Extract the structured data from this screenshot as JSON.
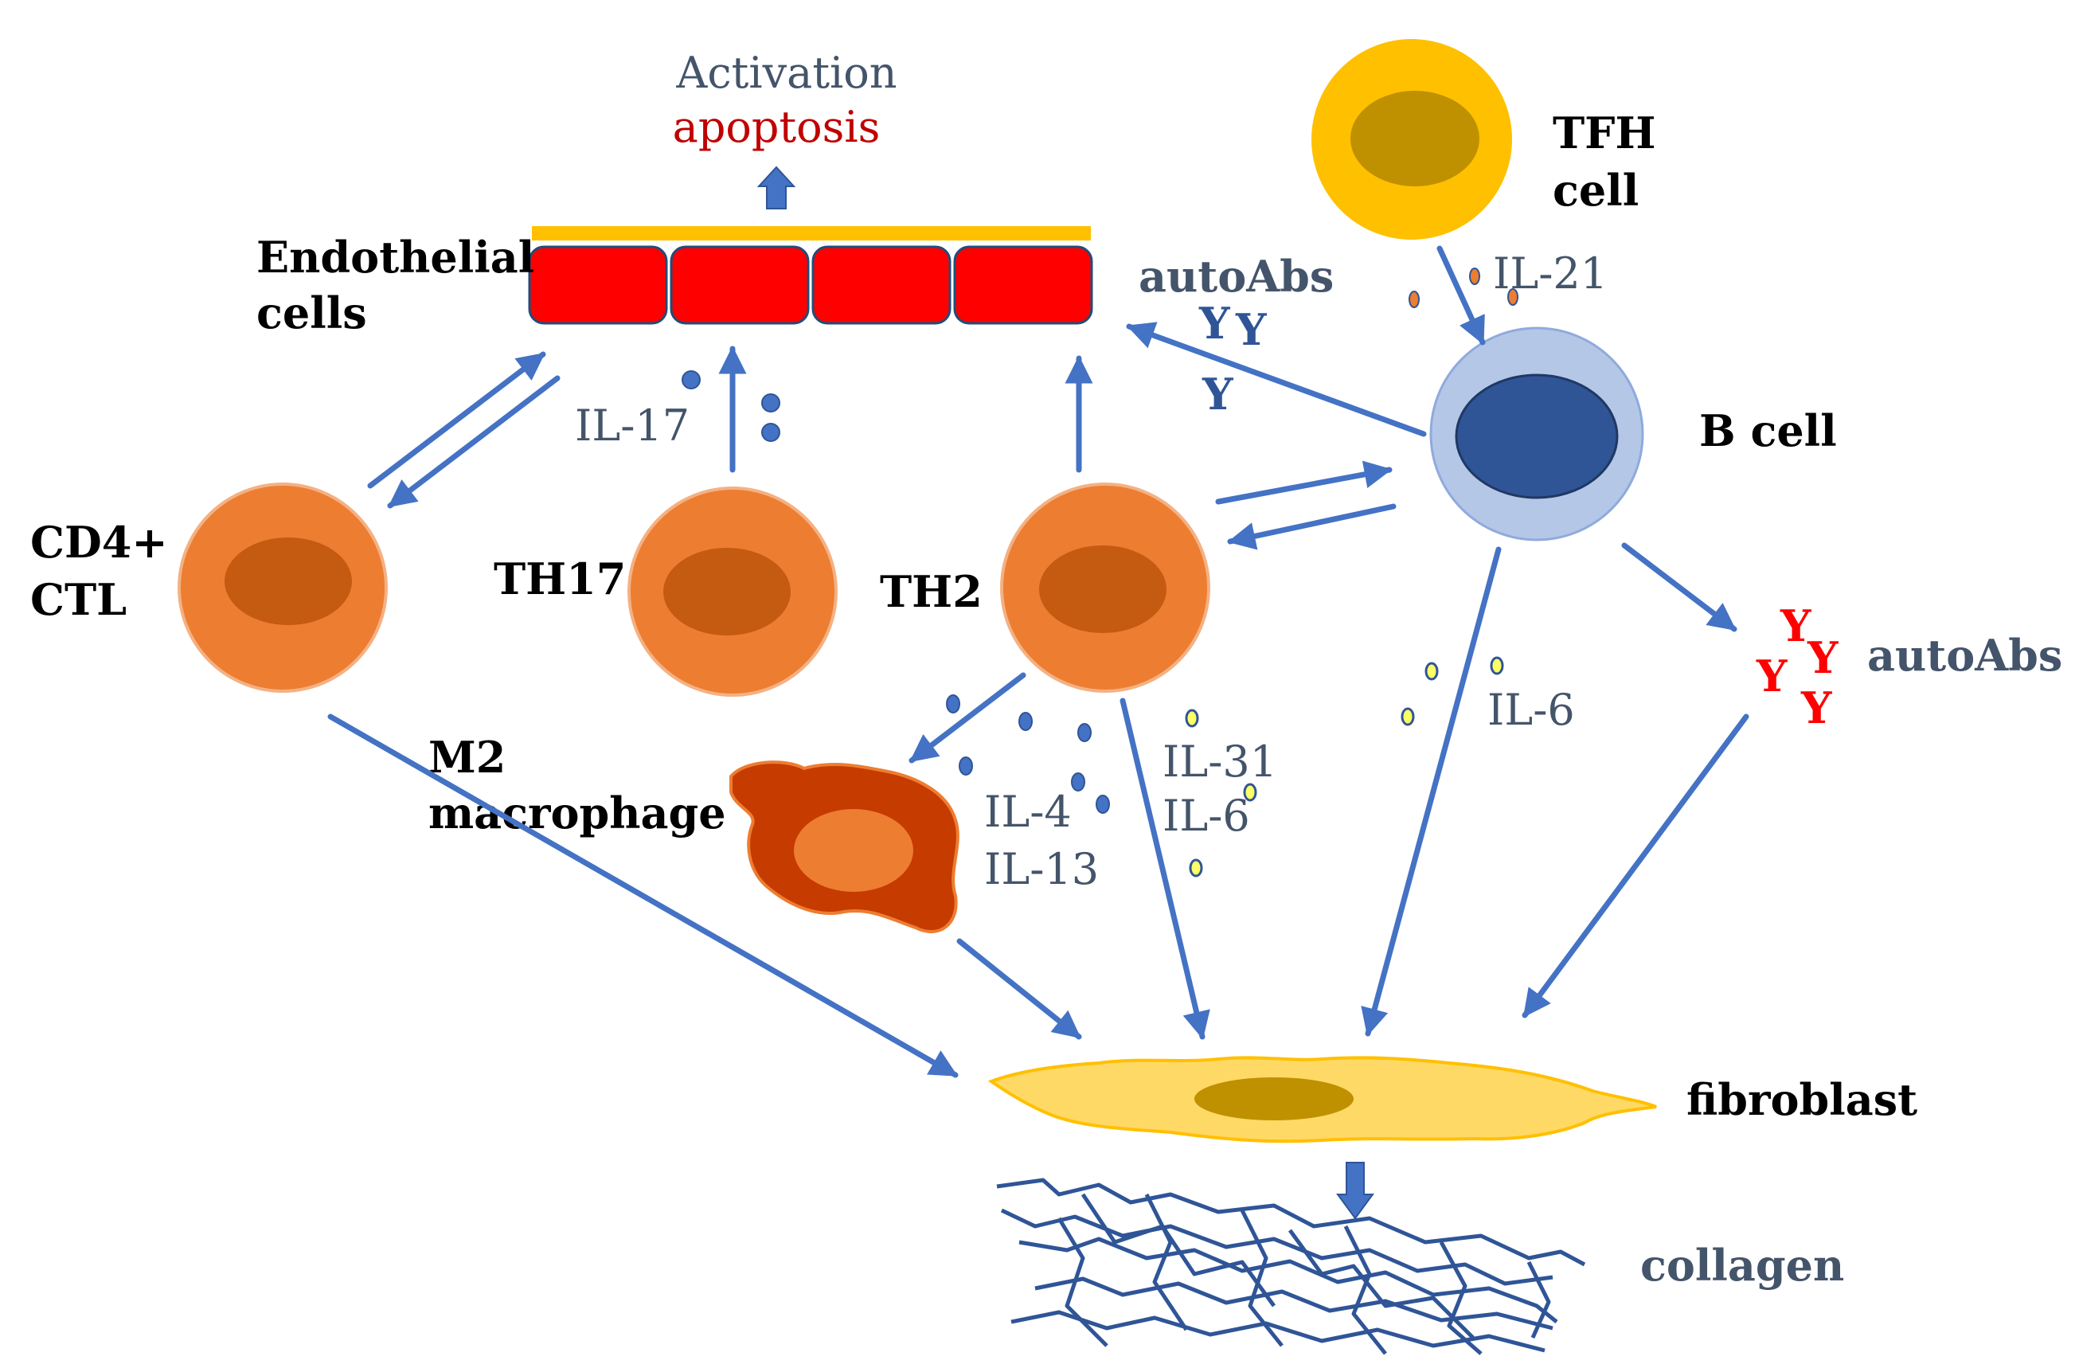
{
  "labels": {
    "activation": "Activation",
    "apoptosis": "apoptosis",
    "endothelial_line1": "Endothelial",
    "endothelial_line2": "cells",
    "tfh_line1": "TFH",
    "tfh_line2": "cell",
    "il21": "IL-21",
    "autoabs_top": "autoAbs",
    "b_cell": "B cell",
    "il17": "IL-17",
    "cd4_line1": "CD4+",
    "cd4_line2": "CTL",
    "th17": "TH17",
    "th2": "TH2",
    "m2_line1": "M2",
    "m2_line2": "macrophage",
    "il4": "IL-4",
    "il13": "IL-13",
    "il31": "IL-31",
    "il6_th2": "IL-6",
    "il6_b": "IL-6",
    "autoabs_right": "autoAbs",
    "fibroblast": "fibroblast",
    "collagen": "collagen",
    "antibody_glyph": "Y"
  },
  "colors": {
    "arrow": "#4472C4",
    "label_slate": "#44546A",
    "apoptosis_red": "#C00000",
    "endothelial_red": "#FF0000",
    "endothelial_border": "#1F4E79",
    "membrane_gold": "#FFC000",
    "t_cell": "#ED7D31",
    "t_cell_nucleus": "#C55A11",
    "tfh_outer": "#FFC000",
    "tfh_nucleus": "#BF9000",
    "b_outer": "#B4C7E7",
    "b_nucleus": "#2F5597",
    "macrophage": "#C63B00",
    "macrophage_nucleus": "#ED7D31",
    "fibroblast": "#FFD966",
    "fibroblast_nucleus": "#BF9000",
    "collagen": "#2F5597",
    "cytokine_blue": "#4472C4",
    "cytokine_yellow": "#FFFF66",
    "cytokine_orange": "#ED7D31",
    "autoab_red": "#FF0000",
    "autoab_blue": "#2F5597"
  },
  "icons": {
    "up_arrow": "block-up-arrow-icon",
    "down_arrow": "block-down-arrow-icon",
    "antibody": "antibody-y-icon",
    "cytokine": "cytokine-dot-icon"
  }
}
